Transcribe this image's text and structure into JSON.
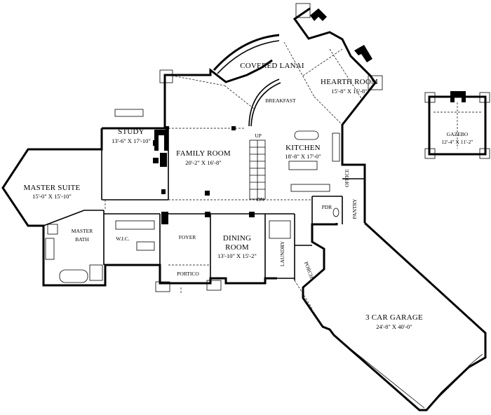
{
  "rooms": {
    "covered_lanai": {
      "name": "COVERED LANAI"
    },
    "hearth_room": {
      "name": "HEARTH ROOM",
      "dims": "15'-8\" X 15'-8\""
    },
    "breakfast": {
      "name": "BREAKFAST"
    },
    "kitchen": {
      "name": "KITCHEN",
      "dims": "18'-8\" X 17'-0\""
    },
    "family_room": {
      "name": "FAMILY ROOM",
      "dims": "20'-2\" X 16'-8\""
    },
    "study": {
      "name": "STUDY",
      "dims": "13'-6\" X 17'-10\""
    },
    "master_suite": {
      "name": "MASTER SUITE",
      "dims": "15'-0\" X 15'-10\""
    },
    "master_bath": {
      "name": "MASTER",
      "name2": "BATH"
    },
    "wic": {
      "name": "W.I.C."
    },
    "foyer": {
      "name": "FOYER"
    },
    "dining_room": {
      "name": "DINING",
      "name2": "ROOM",
      "dims": "13'-10\" X 15'-2\""
    },
    "portico": {
      "name": "PORTICO"
    },
    "laundry": {
      "name": "LAUNDRY"
    },
    "porch": {
      "name": "PORCH"
    },
    "pdr": {
      "name": "PDR"
    },
    "pantry": {
      "name": "PANTRY"
    },
    "office": {
      "name": "OFFICE"
    },
    "garage": {
      "name": "3 CAR GARAGE",
      "dims": "24'-8\" X 40'-0\""
    },
    "gazebo": {
      "name": "GAZEBO",
      "dims": "12'-4\" X 11'-2\""
    }
  },
  "stairs": {
    "up": "UP",
    "down": "DN"
  }
}
